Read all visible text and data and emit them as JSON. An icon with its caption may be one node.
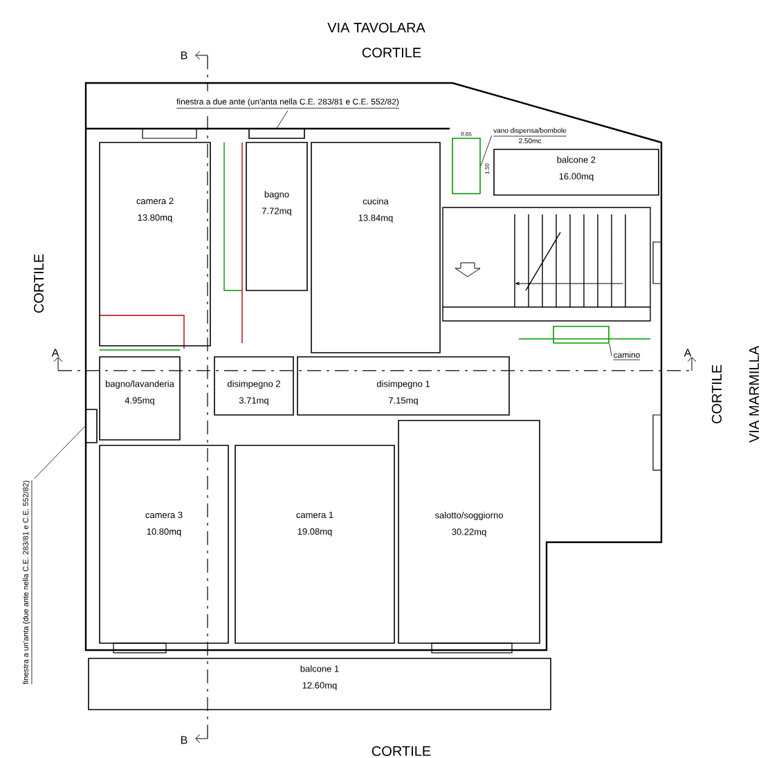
{
  "diagram": {
    "nodes": [
      {
        "text": [
          "finestra a due ante (un'anta nella C.E. 283/81 e C.E. 552/82)"
        ]
      },
      {
        "text": [],
        "shape": "box"
      },
      {
        "text": [
          "vano dispensa/bombole",
          "2.50mc"
        ]
      },
      {
        "text": [],
        "shape": "box",
        "beside": [
          "0.65"
        ]
      },
      {
        "text": [
          "camera 2",
          "13.80mq"
        ]
      },
      {
        "text": [
          "bagno",
          "7.72mq"
        ]
      },
      {
        "text": [
          "cucina",
          "13.84mq"
        ]
      },
      {
        "text": [
          "balcone 2",
          "16.00mq"
        ]
      },
      {
        "text": [
          "camino"
        ]
      },
      {
        "text": [],
        "shape": "box"
      },
      {
        "text": [
          "bagno/lavanderia",
          "4.95mq"
        ]
      },
      {
        "text": [
          "disimpegno 2",
          "3.71mq"
        ]
      },
      {
        "text": [
          "disimpegno 1",
          "7.15mq"
        ]
      },
      {
        "text": [
          "finestra a un'anta (due ante nella C.E. 283/81 e C.E. 552/82)"
        ]
      },
      {
        "text": [],
        "shape": "box"
      },
      {
        "text": [
          "camera 3",
          "10.80mq"
        ]
      },
      {
        "text": [
          "camera  1",
          "19.08mq"
        ]
      },
      {
        "text": [
          "salotto/soggiorno",
          "30.22mq"
        ]
      },
      {
        "text": [
          "balcone 1",
          "12.60mq"
        ]
      }
    ],
    "edges": [
      {
        "from": 0,
        "to": 1,
        "arrow": "none"
      },
      {
        "from": 2,
        "to": 3,
        "arrow": "none"
      },
      {
        "from": 8,
        "to": 9,
        "arrow": "none"
      },
      {
        "from": 13,
        "to": 14,
        "arrow": "none"
      }
    ],
    "labels": [
      "VIA TAVOLARA",
      "CORTILE",
      "B",
      "CORTILE",
      "A",
      "1.50",
      "A",
      "CORTILE",
      "VIA MARMILLA",
      "B",
      "CORTILE"
    ]
  }
}
